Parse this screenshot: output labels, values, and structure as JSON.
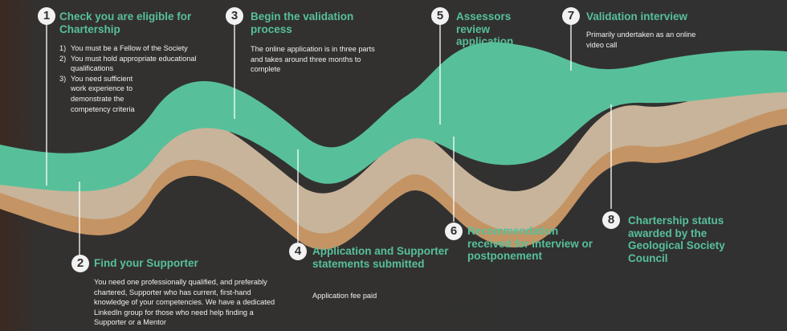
{
  "colors": {
    "background": "#313131",
    "wave_green": "#57c09a",
    "wave_beige": "#c8b49a",
    "wave_tan": "#c49464",
    "accent_text": "#57c09a",
    "body_text": "#f0f0f0",
    "marker": "#f2f2f2"
  },
  "steps": [
    {
      "number": "1",
      "title": "Check you are eligible for Chartership",
      "requirements": [
        {
          "index": "1)",
          "text": "You must be a Fellow of the Society"
        },
        {
          "index": "2)",
          "text": "You must hold appropriate educational qualifications"
        },
        {
          "index": "3)",
          "text": "You need sufficient work experience to demonstrate the competency criteria"
        }
      ]
    },
    {
      "number": "2",
      "title": "Find your Supporter",
      "body": "You need one professionally qualified, and preferably chartered, Supporter who has current, first-hand knowledge of your competencies. We have a dedicated LinkedIn group for those who need help finding a Supporter or a Mentor"
    },
    {
      "number": "3",
      "title": "Begin the validation process",
      "body": "The online application is in three parts and takes around three months to complete"
    },
    {
      "number": "4",
      "title": "Application and Supporter statements submitted",
      "body": "Application fee paid"
    },
    {
      "number": "5",
      "title": "Assessors review application"
    },
    {
      "number": "6",
      "title": "Recommendation received for interview or postponement"
    },
    {
      "number": "7",
      "title": "Validation interview",
      "body": "Primarily undertaken as an online video call"
    },
    {
      "number": "8",
      "title": "Chartership status awarded by the Geological Society Council"
    }
  ]
}
